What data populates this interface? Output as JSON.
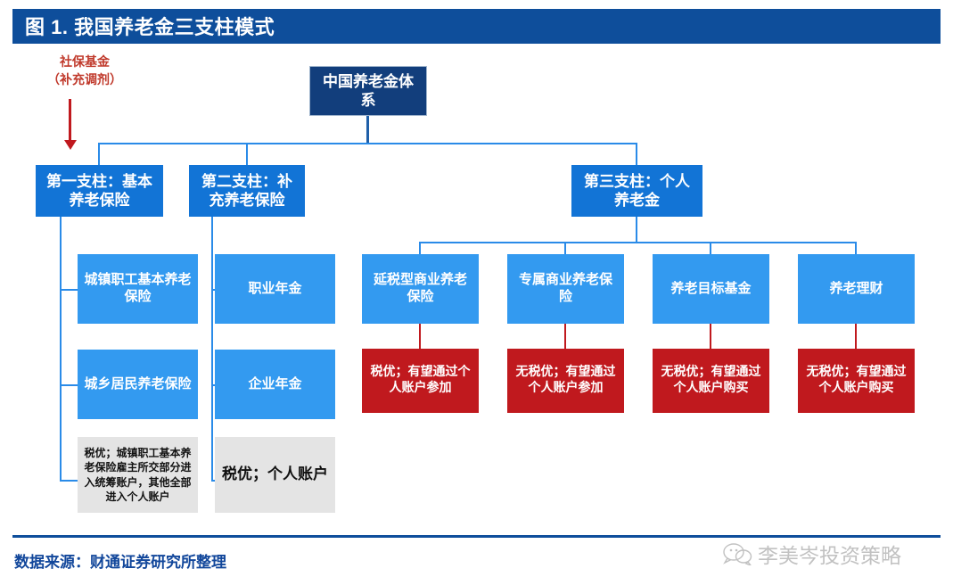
{
  "header": {
    "title": "图 1. 我国养老金三支柱模式",
    "bar_color": "#0E4E9B"
  },
  "footer": {
    "source": "数据来源：财通证券研究所整理",
    "watermark": "李美岑投资策略",
    "watermark_icon": "wechat-icon"
  },
  "diagram": {
    "annotation": {
      "label": "社保基金\n（补充调剂）",
      "color": "#C0392B",
      "arrow_icon": "down-arrow-icon"
    },
    "root": {
      "label": "中国养老金体系",
      "color": "#123E7C"
    },
    "pillars": [
      {
        "label": "第一支柱：基本养老保险",
        "color": "#1274D6"
      },
      {
        "label": "第二支柱：补充养老保险",
        "color": "#1274D6"
      },
      {
        "label": "第三支柱：个人养老金",
        "color": "#1274D6"
      }
    ],
    "pillar1_children": [
      {
        "label": "城镇职工基本养老保险",
        "color": "#339AF0"
      },
      {
        "label": "城乡居民养老保险",
        "color": "#339AF0"
      }
    ],
    "pillar1_note": {
      "label": "税优；城镇职工基本养老保险雇主所交部分进入统筹账户，其他全部进入个人账户",
      "color": "#E4E4E4"
    },
    "pillar2_children": [
      {
        "label": "职业年金",
        "color": "#339AF0"
      },
      {
        "label": "企业年金",
        "color": "#339AF0"
      }
    ],
    "pillar2_note": {
      "label": "税优；个人账户",
      "color": "#E4E4E4"
    },
    "pillar3_children": [
      {
        "label": "延税型商业养老保险",
        "color": "#339AF0"
      },
      {
        "label": "专属商业养老保险",
        "color": "#339AF0"
      },
      {
        "label": "养老目标基金",
        "color": "#339AF0"
      },
      {
        "label": "养老理财",
        "color": "#339AF0"
      }
    ],
    "pillar3_notes": [
      {
        "label": "税优；有望通过个人账户参加",
        "color": "#C0191E"
      },
      {
        "label": "无税优；有望通过个人账户参加",
        "color": "#C0191E"
      },
      {
        "label": "无税优；有望通过个人账户购买",
        "color": "#C0191E"
      },
      {
        "label": "无税优；有望通过个人账户购买",
        "color": "#C0191E"
      }
    ]
  }
}
